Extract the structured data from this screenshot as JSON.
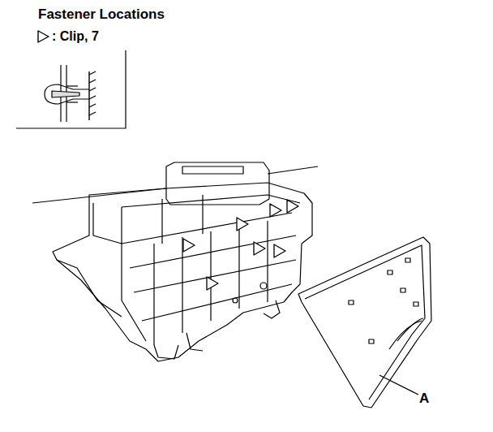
{
  "diagram": {
    "title": "Fastener Locations",
    "labels": [
      "A"
    ],
    "legend": [
      {
        "text": ": Clip, 7"
      }
    ]
  }
}
